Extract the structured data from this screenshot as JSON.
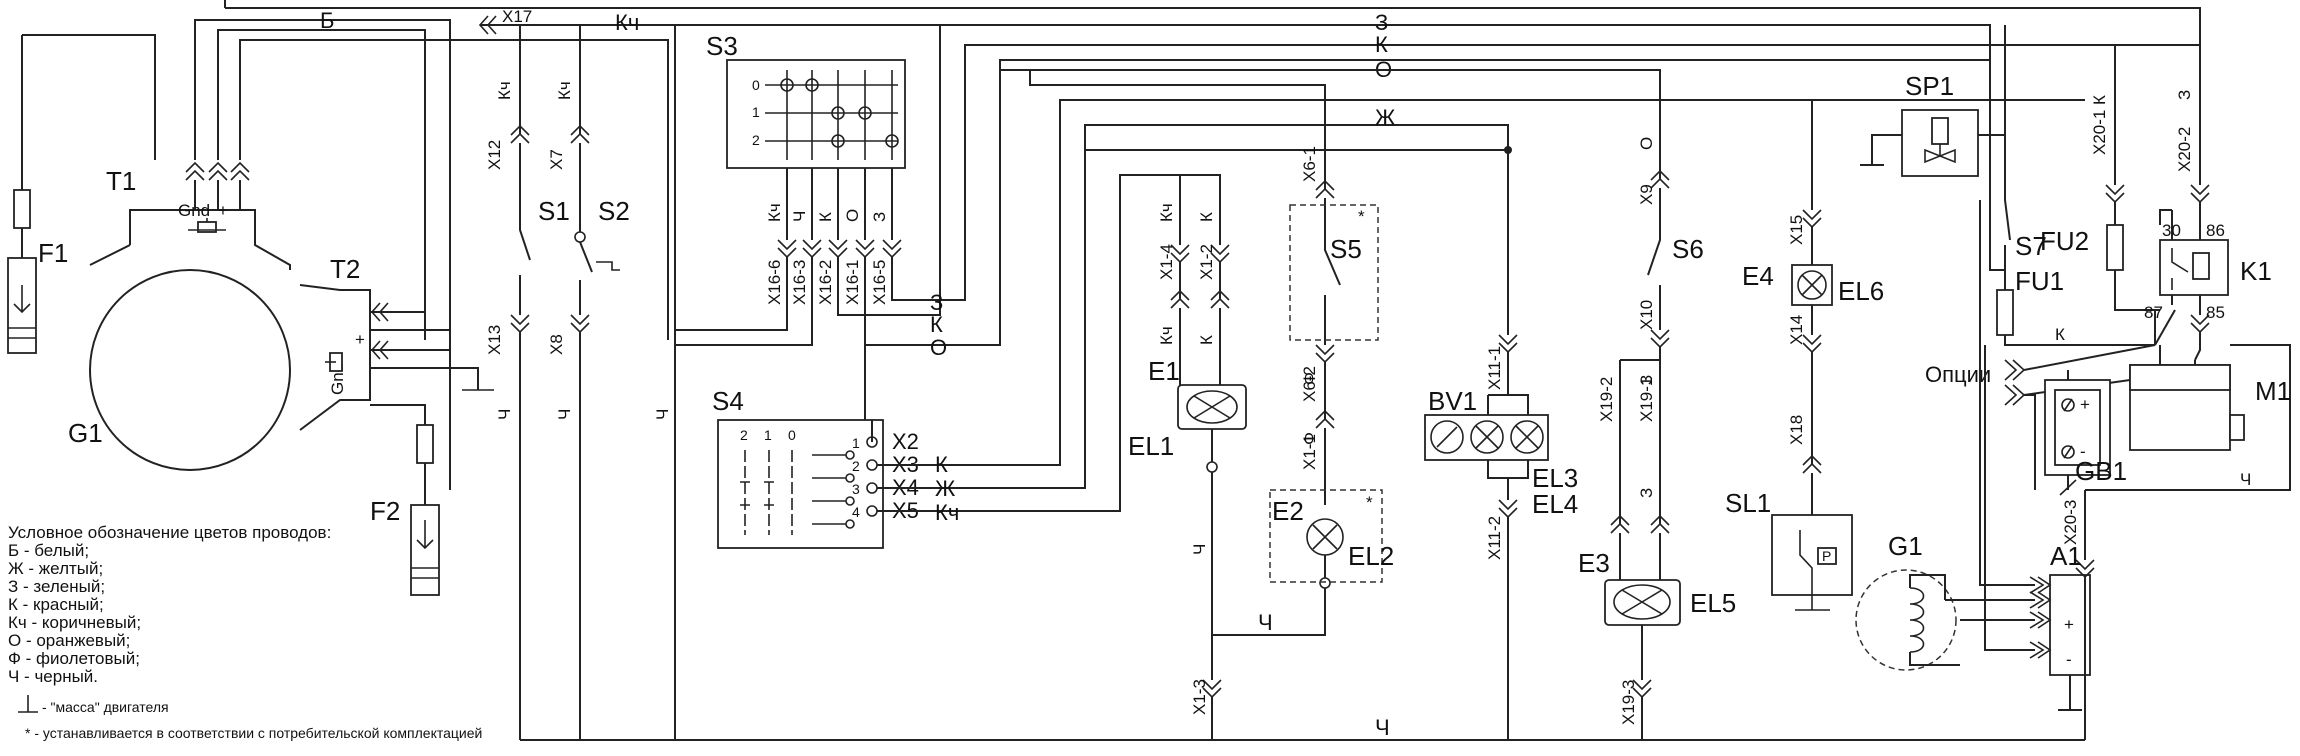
{
  "labels": {
    "F1": "F1",
    "T1": "T1",
    "G1": "G1",
    "T2": "T2",
    "F2": "F2",
    "S1": "S1",
    "S2": "S2",
    "S3": "S3",
    "S4": "S4",
    "S5": "S5",
    "S6": "S6",
    "S7": "S7",
    "E1": "E1",
    "EL1": "EL1",
    "E2": "E2",
    "EL2": "EL2",
    "BV1": "BV1",
    "EL3": "EL3",
    "EL4": "EL4",
    "E3": "E3",
    "EL5": "EL5",
    "E4": "E4",
    "EL6": "EL6",
    "SL1": "SL1",
    "SP1": "SP1",
    "FU1": "FU1",
    "FU2": "FU2",
    "K1": "K1",
    "M1": "M1",
    "GB1": "GB1",
    "G1b": "G1",
    "A1": "A1",
    "options": "Опции",
    "gnd": "Gnd",
    "plus": "+",
    "minus": "-",
    "asterisk": "*"
  },
  "connectors": {
    "X17": "X17",
    "X12": "X12",
    "X7": "X7",
    "X13": "X13",
    "X8": "X8",
    "X16_6": "X16-6",
    "X16_3": "X16-3",
    "X16_2": "X16-2",
    "X16_1": "X16-1",
    "X16_5": "X16-5",
    "X2": "X2",
    "X3": "X3",
    "X4": "X4",
    "X5": "X5",
    "X1_4": "X1-4",
    "X1_2": "X1-2",
    "X6_1": "X6-1",
    "X6_2": "X6-2",
    "X1_1": "X1-1",
    "X1_3": "X1-3",
    "X11_1": "X11-1",
    "X11_2": "X11-2",
    "X9": "X9",
    "X10": "X10",
    "X19_2": "X19-2",
    "X19_1": "X19-1",
    "X19_3": "X19-3",
    "X15": "X15",
    "X14": "X14",
    "X18": "X18",
    "X20_1": "X20-1",
    "X20_2": "X20-2",
    "X20_3": "X20-3"
  },
  "wire_colors": {
    "B": "Б",
    "Kch": "Кч",
    "Z": "З",
    "K": "К",
    "O": "О",
    "Zh": "Ж",
    "F": "Ф",
    "Ch": "Ч"
  },
  "s3_rows": [
    "0",
    "1",
    "2"
  ],
  "s4_cols": [
    "2",
    "1",
    "0"
  ],
  "s4_rows": [
    "1",
    "2",
    "3",
    "4"
  ],
  "relay_pins": {
    "p30": "30",
    "p86": "86",
    "p87": "87",
    "p85": "85"
  },
  "sl1_mark": "P",
  "legend": {
    "title": "Условное обозначение цветов проводов:",
    "items": [
      "Б - белый;",
      "Ж - желтый;",
      "З - зеленый;",
      "К - красный;",
      "Кч - коричневый;",
      "О - оранжевый;",
      "Ф - фиолетовый;",
      "Ч - черный."
    ],
    "ground_note": " - \"масса\" двигателя",
    "asterisk_note": "*  - устанавливается в соответствии с потребительской комплектацией"
  }
}
